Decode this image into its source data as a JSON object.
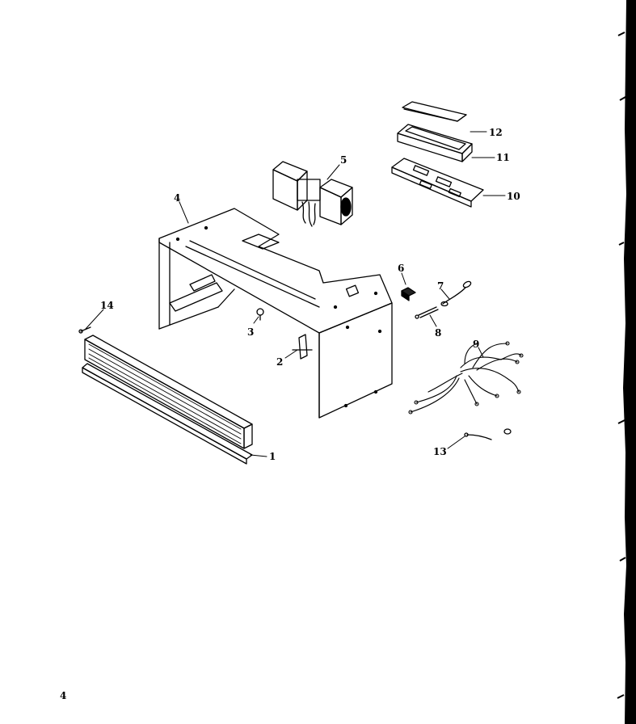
{
  "diagram": {
    "callouts": [
      "1",
      "2",
      "3",
      "4",
      "5",
      "6",
      "7",
      "8",
      "9",
      "10",
      "11",
      "12",
      "13",
      "14"
    ]
  },
  "page_number": "4"
}
